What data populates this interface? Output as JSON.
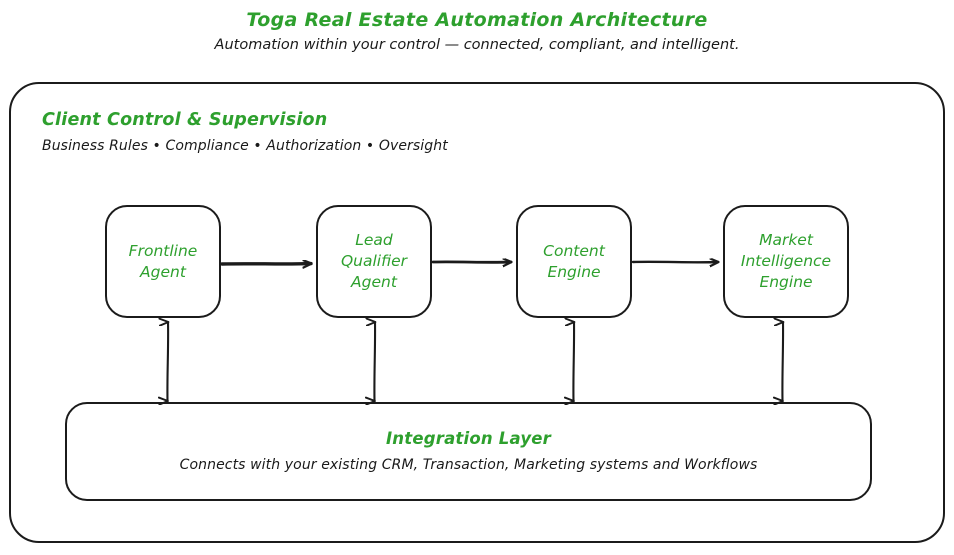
{
  "header": {
    "title": "Toga Real Estate Automation Architecture",
    "subtitle": "Automation within your control — connected, compliant, and intelligent."
  },
  "outer_container": {
    "heading": "Client Control & Supervision",
    "subheading": "Business Rules • Compliance • Authorization • Oversight"
  },
  "nodes": [
    {
      "id": "frontline-agent",
      "label": "Frontline\nAgent"
    },
    {
      "id": "lead-qualifier-agent",
      "label": "Lead\nQualifier\nAgent"
    },
    {
      "id": "content-engine",
      "label": "Content\nEngine"
    },
    {
      "id": "market-intelligence-engine",
      "label": "Market\nIntelligence\nEngine"
    }
  ],
  "integration_layer": {
    "title": "Integration Layer",
    "description": "Connects with your existing CRM, Transaction, Marketing systems and Workflows"
  },
  "connectors": {
    "flow_arrows": [
      {
        "from": "frontline-agent",
        "to": "lead-qualifier-agent",
        "direction": "right"
      },
      {
        "from": "lead-qualifier-agent",
        "to": "content-engine",
        "direction": "right"
      },
      {
        "from": "content-engine",
        "to": "market-intelligence-engine",
        "direction": "right"
      }
    ],
    "integration_links": [
      {
        "node": "frontline-agent",
        "direction": "bidirectional"
      },
      {
        "node": "lead-qualifier-agent",
        "direction": "bidirectional"
      },
      {
        "node": "content-engine",
        "direction": "bidirectional"
      },
      {
        "node": "market-intelligence-engine",
        "direction": "bidirectional"
      }
    ]
  },
  "colors": {
    "accent_green": "#2EA02E",
    "ink": "#1b1b1b",
    "background": "#ffffff"
  }
}
